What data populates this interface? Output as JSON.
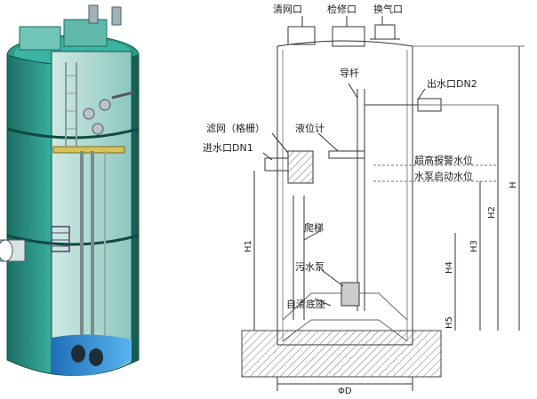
{
  "labels": {
    "screen_port": "清网口",
    "inspection_port": "检修口",
    "vent_port": "换气口",
    "guide_rod": "导杆",
    "outlet": "出水口DN2",
    "filter": "滤网（格栅）",
    "level_gauge": "液位计",
    "inlet": "进水口DN1",
    "alarm_level": "超高报警水位",
    "pump_start_level": "水泵启动水位",
    "ladder": "爬梯",
    "sewage_pump": "污水泵",
    "self_clean_base": "自清底座"
  },
  "dimensions": {
    "H": "H",
    "H1": "H1",
    "H2": "H2",
    "H3": "H3",
    "H4": "H4",
    "H5": "H5",
    "diameter": "ΦD"
  },
  "colors": {
    "tank_teal": "#2a9a8c",
    "tank_dark": "#1d7268",
    "water_blue": "#2d8fd6",
    "line": "#333333"
  }
}
